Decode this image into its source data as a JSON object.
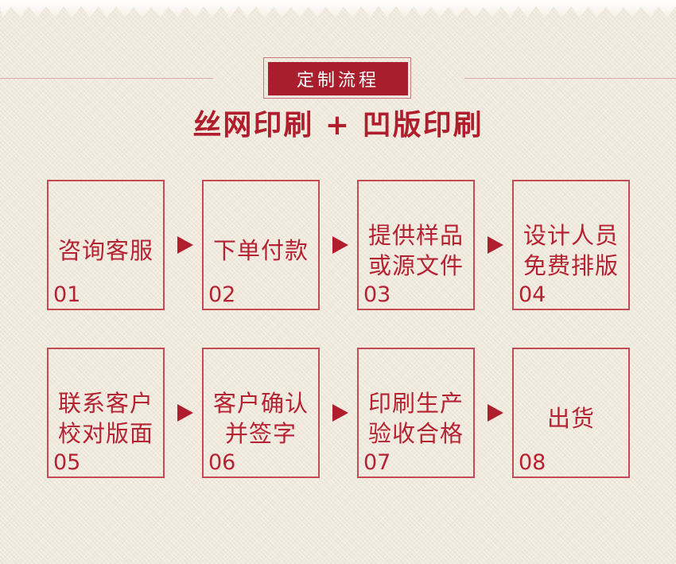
{
  "header": {
    "badge": "定制流程",
    "title": "丝网印刷 + 凹版印刷"
  },
  "steps": [
    {
      "lines": [
        "咨询客服"
      ],
      "num": "01"
    },
    {
      "lines": [
        "下单付款"
      ],
      "num": "02"
    },
    {
      "lines": [
        "提供样品",
        "或源文件"
      ],
      "num": "03"
    },
    {
      "lines": [
        "设计人员",
        "免费排版"
      ],
      "num": "04"
    },
    {
      "lines": [
        "联系客户",
        "校对版面"
      ],
      "num": "05"
    },
    {
      "lines": [
        "客户确认",
        "并签字"
      ],
      "num": "06"
    },
    {
      "lines": [
        "印刷生产",
        "验收合格"
      ],
      "num": "07"
    },
    {
      "lines": [
        "出货"
      ],
      "num": "08"
    }
  ],
  "colors": {
    "accent": "#b01e2e",
    "border": "#c44b55",
    "background": "#f3ecde"
  }
}
